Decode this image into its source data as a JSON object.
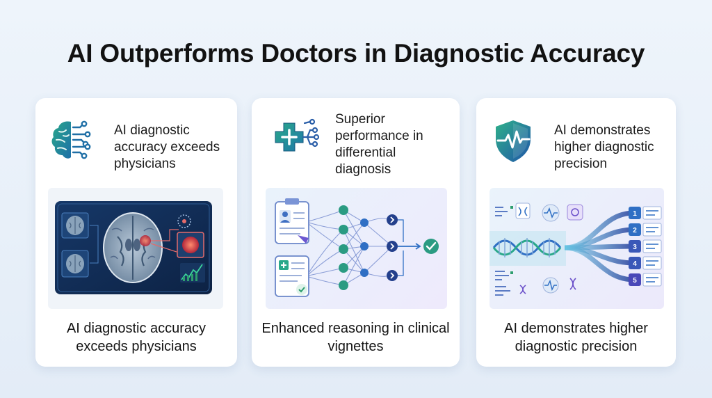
{
  "title": "AI Outperforms Doctors in Diagnostic Accuracy",
  "cards": [
    {
      "icon": "brain-circuit-icon",
      "heading": "AI diagnostic accuracy exceeds physicians",
      "illustration": "brain-scan-monitor",
      "caption": "AI diagnostic accuracy exceeds physicians"
    },
    {
      "icon": "medical-cross-network-icon",
      "heading": "Superior performance in differential diagnosis",
      "illustration": "clinical-documents-neural-network",
      "caption": "Enhanced reasoning in clinical vignettes"
    },
    {
      "icon": "shield-heartbeat-icon",
      "heading": "AI demonstrates higher diagnostic precision",
      "illustration": "dna-data-flow-ranked-results",
      "caption": "AI demonstrates higher diagnostic precision"
    }
  ],
  "ranked_list_numbers": [
    "1",
    "2",
    "3",
    "4",
    "5"
  ],
  "colors": {
    "teal": "#1f8f8b",
    "blue": "#2f6fc4",
    "navy": "#13294f",
    "purple": "#6a4fc9",
    "green": "#2e9e6e"
  }
}
